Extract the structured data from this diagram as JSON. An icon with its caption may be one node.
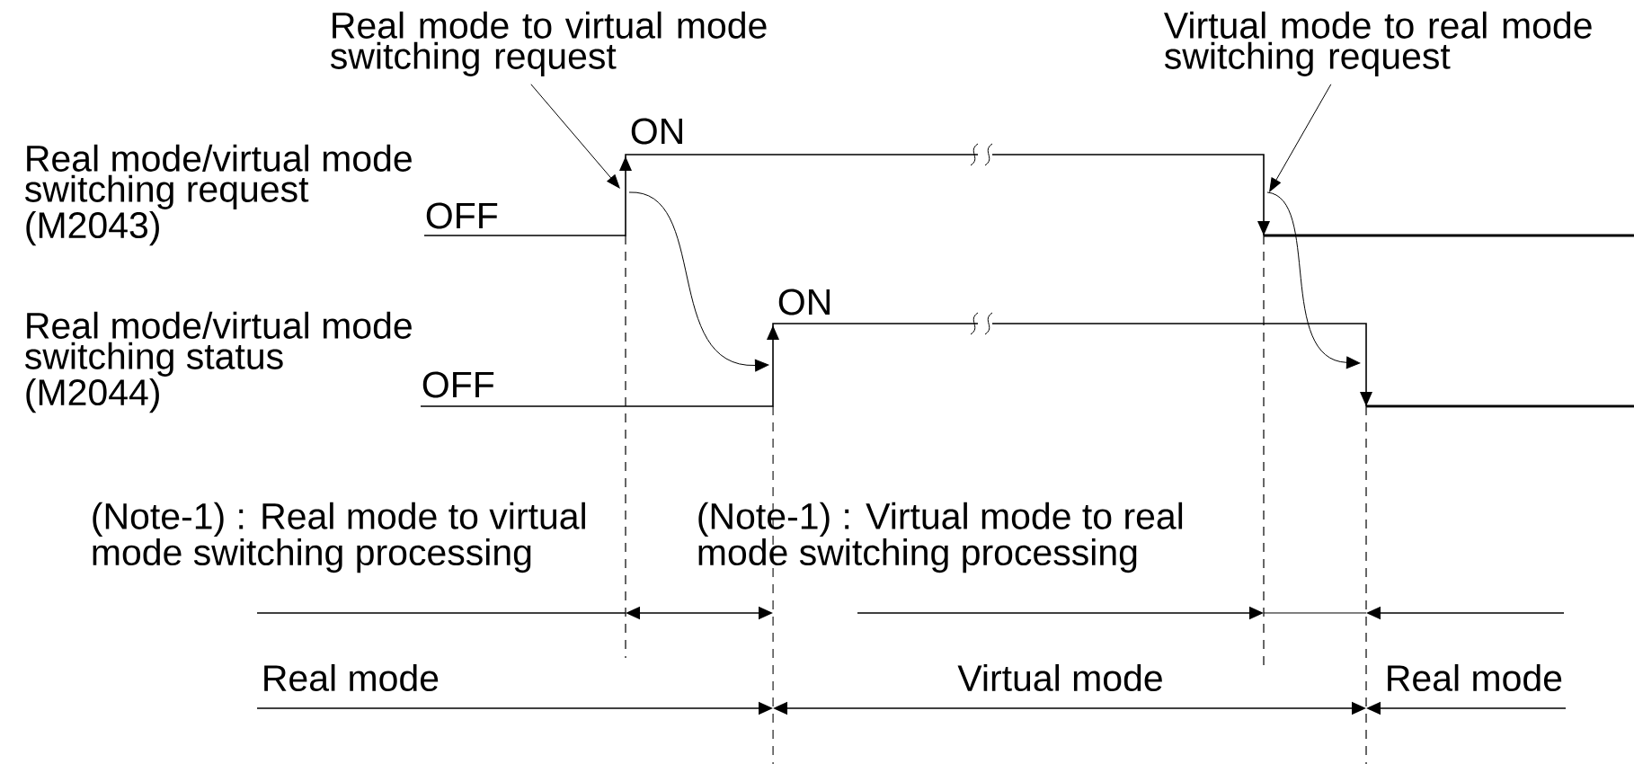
{
  "diagram": {
    "nodes": [
      {
        "text": [
          "Real mode to virtual mode switching request"
        ]
      },
      {
        "text": [
          "Virtual mode to real mode switching request"
        ]
      }
    ],
    "edges": [
      {
        "from": 0,
        "to": null,
        "arrow": "to"
      },
      {
        "from": 1,
        "to": null,
        "arrow": "to"
      }
    ],
    "labels": [
      "ON",
      "Real mode/virtual mode switching request (M2043)",
      "OFF",
      "ON",
      "Real mode/virtual mode switching status (M2044)",
      "OFF",
      "(Note-1) : Real mode to virtual mode switching processing",
      "(Note-1) : Virtual mode to real mode switching processing",
      "Real mode",
      "Virtual mode",
      "Real mode"
    ]
  }
}
